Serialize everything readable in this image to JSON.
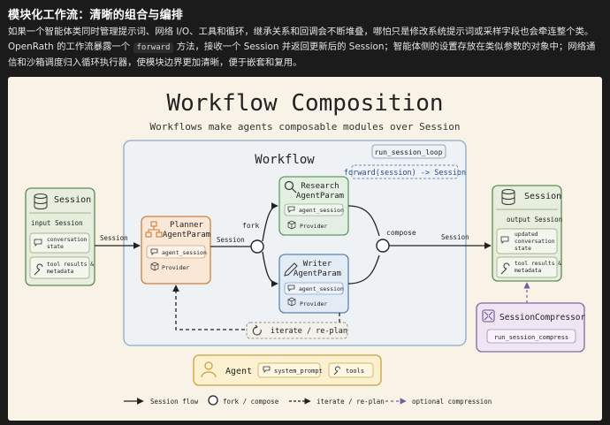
{
  "heading": "模块化工作流：清晰的组合与编排",
  "paragraph": {
    "part1": "如果一个智能体类同时管理提示词、网络 I/O、工具和循环，继承关系和回调会不断堆叠，哪怕只是修改系统提示词或采样字段也会牵连整个类。OpenRath 的工作流暴露一个 ",
    "code": "forward",
    "part2": " 方法，接收一个 Session 并返回更新后的 Session；智能体侧的设置存放在类似参数的对象中；网络通信和沙箱调度归入循环执行器，使模块边界更加清晰，便于嵌套和复用。"
  },
  "diagram": {
    "title": "Workflow Composition",
    "subtitle": "Workflows make agents composable modules over Session",
    "workflow": {
      "label": "Workflow",
      "loop_tag": "run_session_loop",
      "forward_tag": "forward(session) -> Session"
    },
    "session_in": {
      "title": "Session",
      "label": "input Session",
      "item1": [
        "conversation",
        "state"
      ],
      "item2": [
        "tool results &",
        "metadata"
      ]
    },
    "planner": {
      "title": [
        "Planner",
        "AgentParam"
      ],
      "field1": "agent_session",
      "field2": "Provider"
    },
    "research": {
      "title": [
        "Research",
        "AgentParam"
      ],
      "field1": "agent_session",
      "field2": "Provider"
    },
    "writer": {
      "title": [
        "Writer",
        "AgentParam"
      ],
      "field1": "agent_session",
      "field2": "Provider"
    },
    "session_out": {
      "title": "Session",
      "label": "output Session",
      "item1": [
        "updated",
        "conversation",
        "state"
      ],
      "item2": [
        "tool results &",
        "metadata"
      ]
    },
    "compressor": {
      "title": "SessionCompressor",
      "field": "run_session_compress"
    },
    "agent": {
      "title": "Agent",
      "field1": "system_prompt",
      "field2": "tools"
    },
    "edges": {
      "session_in": "Session",
      "session_planner": "Session",
      "fork": "fork",
      "compose": "compose",
      "session_out": "Session",
      "iterate": "iterate / re-plan"
    },
    "legend": {
      "flow": "Session flow",
      "fork": "fork / compose",
      "iterate": "iterate / re-plan",
      "compression": "optional compression"
    },
    "colors": {
      "session": "#5f8a55",
      "planner": "#c98243",
      "research": "#5f9a6b",
      "writer": "#5c84b4",
      "compressor": "#8467a5",
      "agent": "#c9a43a",
      "workflow": "#7fa1c7"
    }
  }
}
